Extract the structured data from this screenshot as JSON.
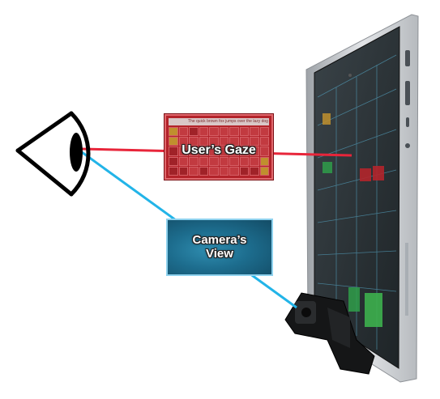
{
  "labels": {
    "gaze": "User’s Gaze",
    "camera_line1": "Camera’s",
    "camera_line2": "View"
  },
  "keyboard_text": "The quick brown fox jumps over the lazy dog",
  "colors": {
    "gaze_line": "#e8253a",
    "camera_line": "#22b4e8",
    "gaze_box": "#b3232a",
    "camera_box": "#1d6d8e",
    "tablet_screen": "#2b3236",
    "tablet_frame": "#c9ccd0"
  },
  "icons": [
    "eye-icon",
    "tablet",
    "eye-tracker-camera"
  ]
}
